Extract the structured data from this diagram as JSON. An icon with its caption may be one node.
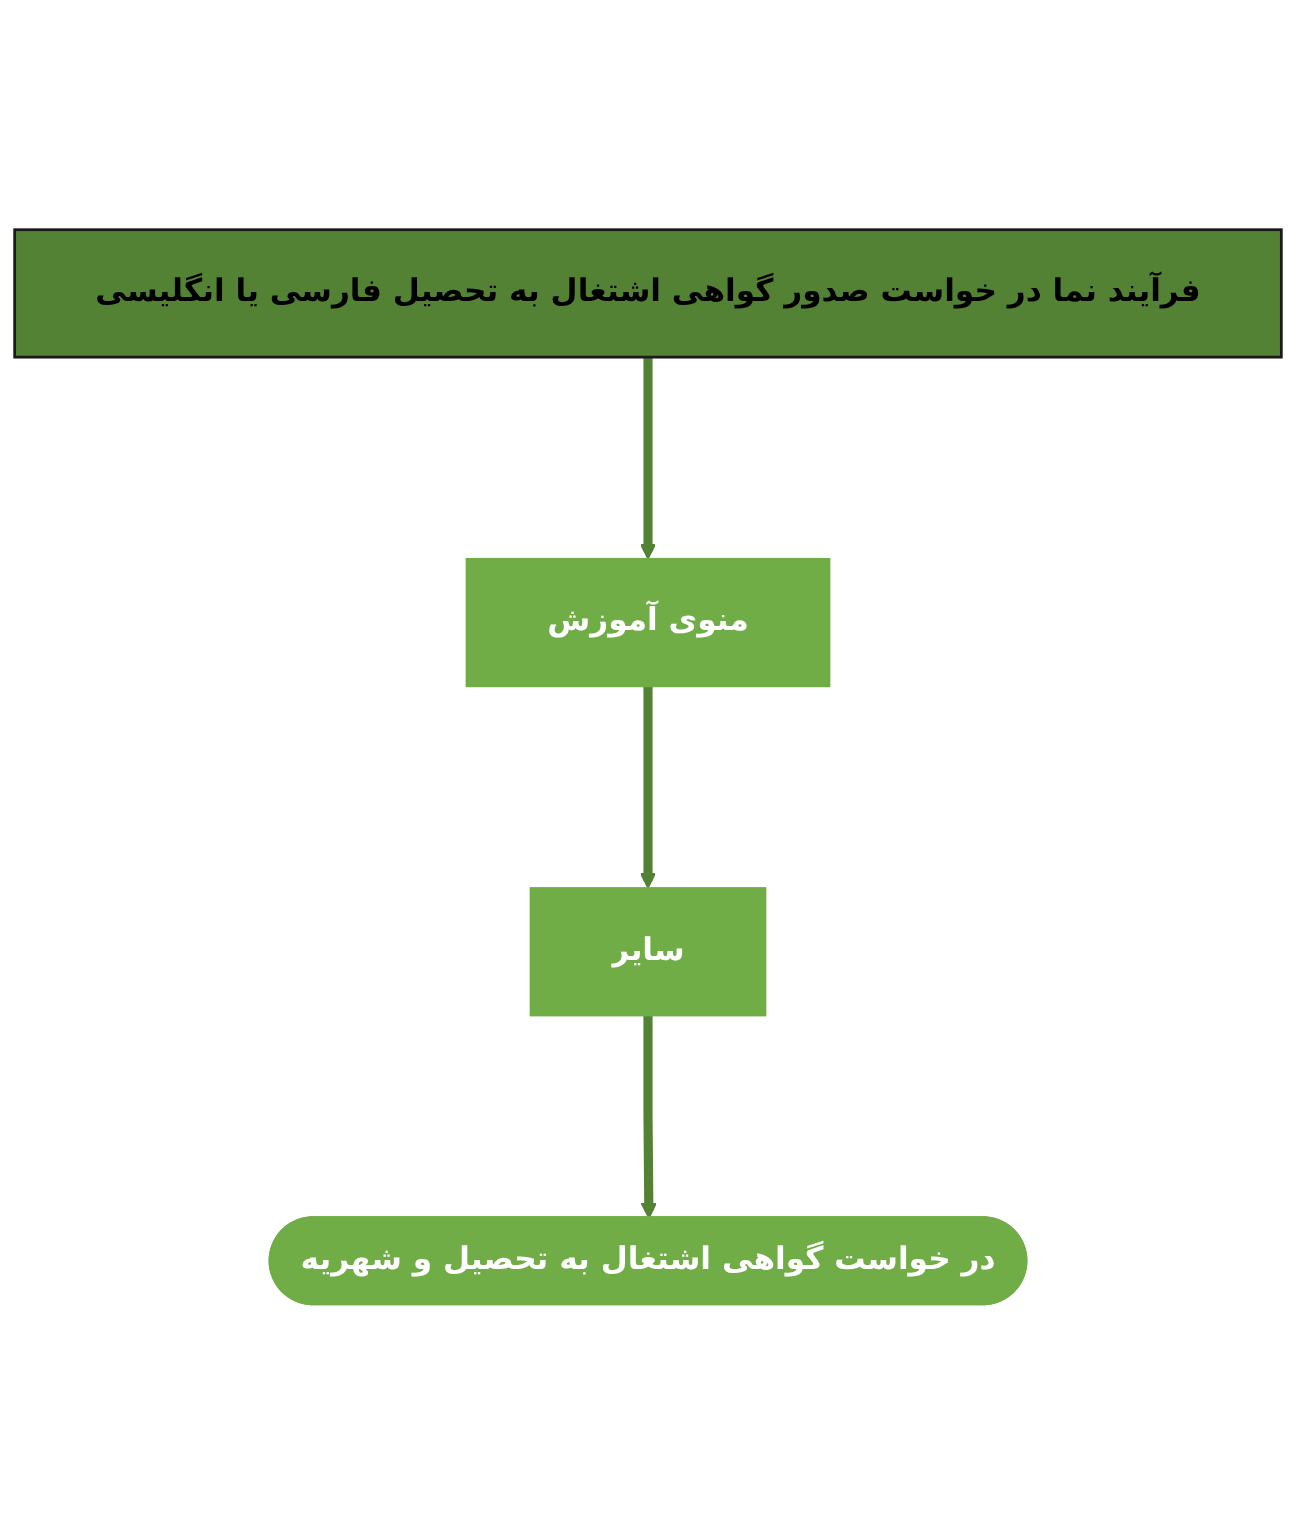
{
  "diagram": {
    "nodes": [
      {
        "text": [
          "فرآیند نما در خواست صدور گواهی اشتغال به تحصیل فارسی یا انگلیسی"
        ]
      },
      {
        "text": [
          "منوی آموزش"
        ]
      },
      {
        "text": [
          "سایر"
        ]
      },
      {
        "text": [
          "در خواست گواهی اشتغال به تحصیل و شهریه"
        ]
      }
    ],
    "edges": [
      {
        "from": 0,
        "to": 1,
        "arrow": "to"
      },
      {
        "from": 1,
        "to": 2,
        "arrow": "to"
      },
      {
        "from": 2,
        "to": 3,
        "arrow": "to"
      }
    ]
  }
}
